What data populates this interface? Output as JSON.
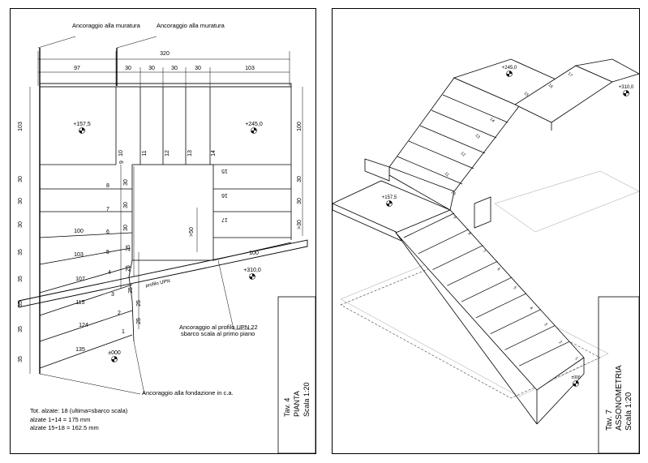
{
  "left_sheet": {
    "anchor_top_1": "Ancoraggio alla muratura",
    "anchor_top_2": "Ancoraggio alla muratura",
    "anchor_upn": [
      "Ancoraggio al profilo UPN 22",
      "sbarco scala al primo piano"
    ],
    "anchor_foundation": "Ancoraggio alla fondazione in c.a.",
    "profile_label": "profilo UPN",
    "dim_total": "320",
    "dims_top": [
      "97",
      "30",
      "30",
      "30",
      "30",
      "103"
    ],
    "dims_left": [
      "103",
      "30",
      "30",
      "30",
      "35",
      "35",
      "35",
      "35",
      "35"
    ],
    "dims_right": [
      "100",
      "30",
      "30",
      ">30",
      "100"
    ],
    "dims_inner": [
      "30",
      "30",
      "30",
      "25",
      "25",
      "25",
      "25",
      "25",
      ">50"
    ],
    "level_1": "+157,5",
    "level_2": "+245,0",
    "level_3": "+310,0",
    "level_0": "±000",
    "step_numbers": [
      "1",
      "2",
      "3",
      "4",
      "5",
      "6",
      "7",
      "8",
      "9",
      "10",
      "11",
      "12",
      "13",
      "14",
      "15",
      "16",
      "17"
    ],
    "winder_widths": [
      "135",
      "124",
      "115",
      "107",
      "103",
      "100"
    ],
    "notes": [
      "Tot. alzate: 18 (ultima=sbarco scala)",
      "alzate 1÷14 = 175 mm",
      "alzate 15÷18 = 162.5 mm"
    ],
    "title": {
      "tav": "Tav. 4",
      "name": "PIANTA",
      "scale": "Scala 1:20"
    }
  },
  "right_sheet": {
    "level_1": "+157,5",
    "level_2": "+245,0",
    "level_3": "+310,0",
    "level_0": "±000",
    "step_numbers": [
      "1",
      "2",
      "3",
      "4",
      "5",
      "6",
      "7",
      "8",
      "9",
      "10",
      "11",
      "12",
      "13",
      "14",
      "15",
      "16",
      "17"
    ],
    "title": {
      "tav": "Tav. 7",
      "name": "ASSONOMETRIA",
      "scale": "Scala 1:20"
    }
  }
}
